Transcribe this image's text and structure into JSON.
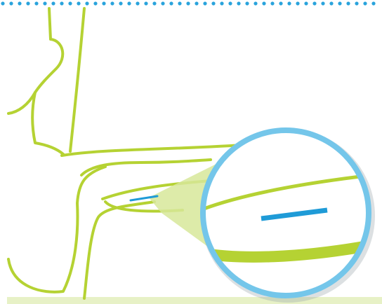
{
  "colors": {
    "background": "#ffffff",
    "dot_border": "#29a3dc",
    "outline_green": "#b5d233",
    "light_green_fill": "#d7e79a",
    "footer_band": "#e7f1c6",
    "zoom_ring": "#74c6ea",
    "zoom_ring_shadow": "#9aa7ad",
    "marker_blue": "#1f9bd7"
  },
  "icons": {
    "dotted_border": "dotted-line",
    "magnifier": "zoom-circle",
    "marker": "blue-line-marker"
  }
}
